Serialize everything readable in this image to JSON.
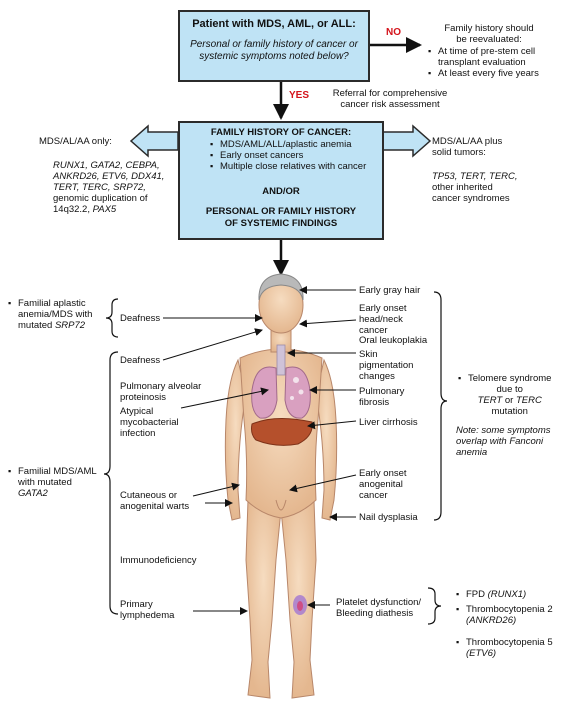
{
  "top_box": {
    "title": "Patient with MDS, AML, or ALL:",
    "subtitle_1": "Personal or family history of cancer or",
    "subtitle_2": "systemic symptoms noted below?"
  },
  "no_branch": {
    "label": "NO",
    "head_1": "Family history should",
    "head_2": "be reevaluated:",
    "item_1a": "At time of pre-stem cell",
    "item_1b": "transplant evaluation",
    "item_2": "At least every five years"
  },
  "yes_branch": {
    "label": "YES",
    "text_1": "Referral for comprehensive",
    "text_2": "cancer risk assessment"
  },
  "middle_box": {
    "title": "FAMILY HISTORY OF CANCER:",
    "items": [
      "MDS/AML/ALL/aplastic anemia",
      "Early onset cancers",
      "Multiple close relatives with cancer"
    ],
    "andor": "AND/OR",
    "bottom_1": "PERSONAL OR FAMILY HISTORY",
    "bottom_2": "OF SYSTEMIC FINDINGS"
  },
  "left_panel": {
    "head": "MDS/AL/AA only:",
    "lines": [
      "RUNX1, GATA2, CEBPA,",
      "ANKRD26, ETV6, DDX41,",
      "TERT, TERC, SRP72,"
    ],
    "plain_1": "genomic duplication of",
    "plain_2": "14q32.2, ",
    "plain_2_italic": "PAX5"
  },
  "right_panel": {
    "head_1": "MDS/AL/AA plus",
    "head_2": "solid tumors:",
    "italic": "TP53, TERT, TERC,",
    "plain_1": "other inherited",
    "plain_2": "cancer syndromes"
  },
  "left_groups": {
    "g1_1": "Familial aplastic",
    "g1_2": "anemia/MDS with",
    "g1_3": "mutated ",
    "g1_3i": "SRP72",
    "g2_1": "Familial MDS/AML",
    "g2_2": "with mutated",
    "g2_3i": "GATA2"
  },
  "left_labels": {
    "deafness_top": "Deafness",
    "deafness": "Deafness",
    "pulm_1": "Pulmonary alveolar",
    "pulm_2": "proteinosis",
    "myco_1": "Atypical",
    "myco_2": "mycobacterial",
    "myco_3": "infection",
    "warts_1": "Cutaneous or",
    "warts_2": "anogenital warts",
    "immuno": "Immunodeficiency",
    "lymph_1": "Primary",
    "lymph_2": "lymphedema"
  },
  "right_labels": {
    "gray_hair": "Early gray hair",
    "headneck_1": "Early onset",
    "headneck_2": "head/neck",
    "headneck_3": "cancer",
    "oral": "Oral leukoplakia",
    "skin_1": "Skin",
    "skin_2": "pigmentation",
    "skin_3": "changes",
    "fib_1": "Pulmonary",
    "fib_2": "fibrosis",
    "liver": "Liver cirrhosis",
    "ano_1": "Early onset",
    "ano_2": "anogenital",
    "ano_3": "cancer",
    "nail": "Nail dysplasia",
    "plt_1": "Platelet dysfunction/",
    "plt_2": "Bleeding diathesis"
  },
  "telomere": {
    "l1": "Telomere syndrome",
    "l2": "due to",
    "l3i_a": "TERT",
    "l3_mid": " or ",
    "l3i_b": "TERC",
    "l4": "mutation",
    "note_1": "Note: some symptoms",
    "note_2": "overlap with Fanconi",
    "note_3": "anemia"
  },
  "platelet_groups": {
    "fpd": "FPD ",
    "fpd_i": "(RUNX1)",
    "thr2": "Thrombocytopenia 2",
    "thr2_i": "(ANKRD26)",
    "thr5": "Thrombocytopenia 5",
    "thr5_i": "(ETV6)"
  },
  "colors": {
    "box_fill": "#bfe3f5",
    "red": "#d4131b",
    "skin": "#f1cfae"
  }
}
